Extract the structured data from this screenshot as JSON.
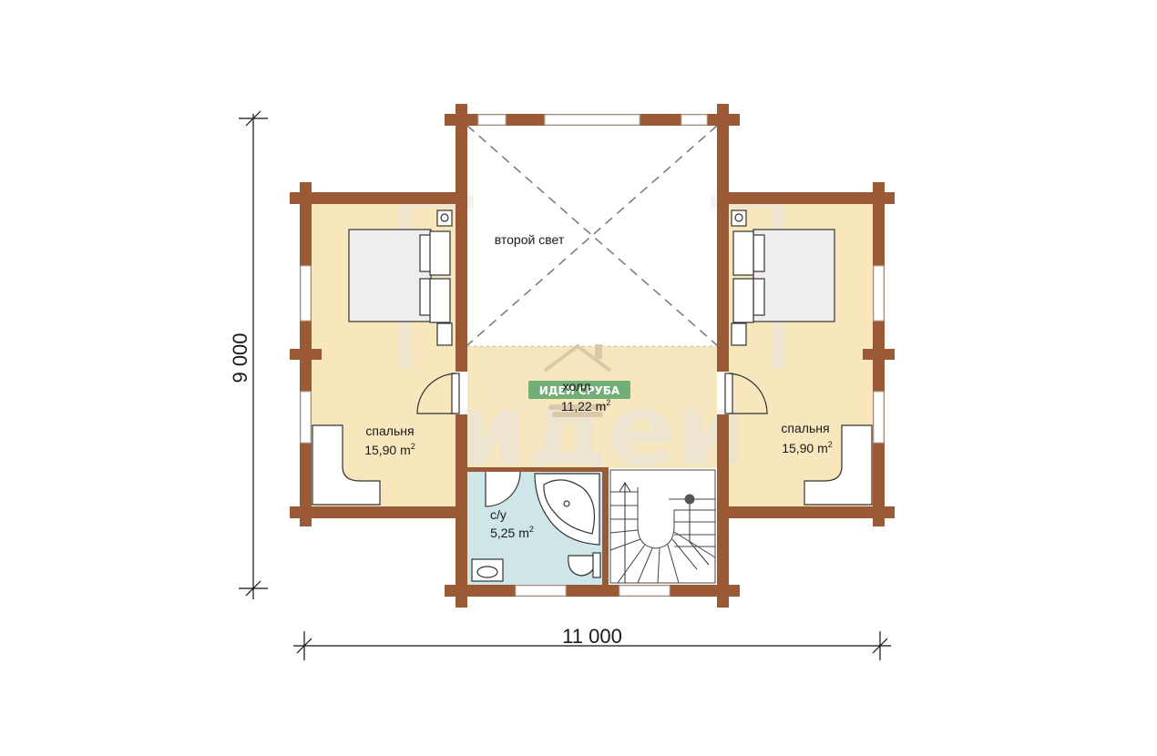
{
  "dimensions": {
    "width_label": "11 000",
    "height_label": "9 000"
  },
  "rooms": {
    "bedroom_left": {
      "name": "спальня",
      "area": "15,90 m",
      "area_sup": "2"
    },
    "bedroom_right": {
      "name": "спальня",
      "area": "15,90 m",
      "area_sup": "2"
    },
    "hall": {
      "name": "холл",
      "area": "11,22 m",
      "area_sup": "2"
    },
    "bathroom": {
      "name": "с/у",
      "area": "5,25 m",
      "area_sup": "2"
    },
    "second_light": {
      "name": "второй свет"
    }
  },
  "watermark": {
    "badge_text": "ИДЕИ СРУБА",
    "big_text": "идеи"
  },
  "colors": {
    "wall": "#9a5a36",
    "bedroom_fill": "#f8e6bc",
    "hall_fill": "#f7e7bf",
    "bath_fill": "#cfe6e8",
    "watermark_green": "#5aa56a"
  }
}
